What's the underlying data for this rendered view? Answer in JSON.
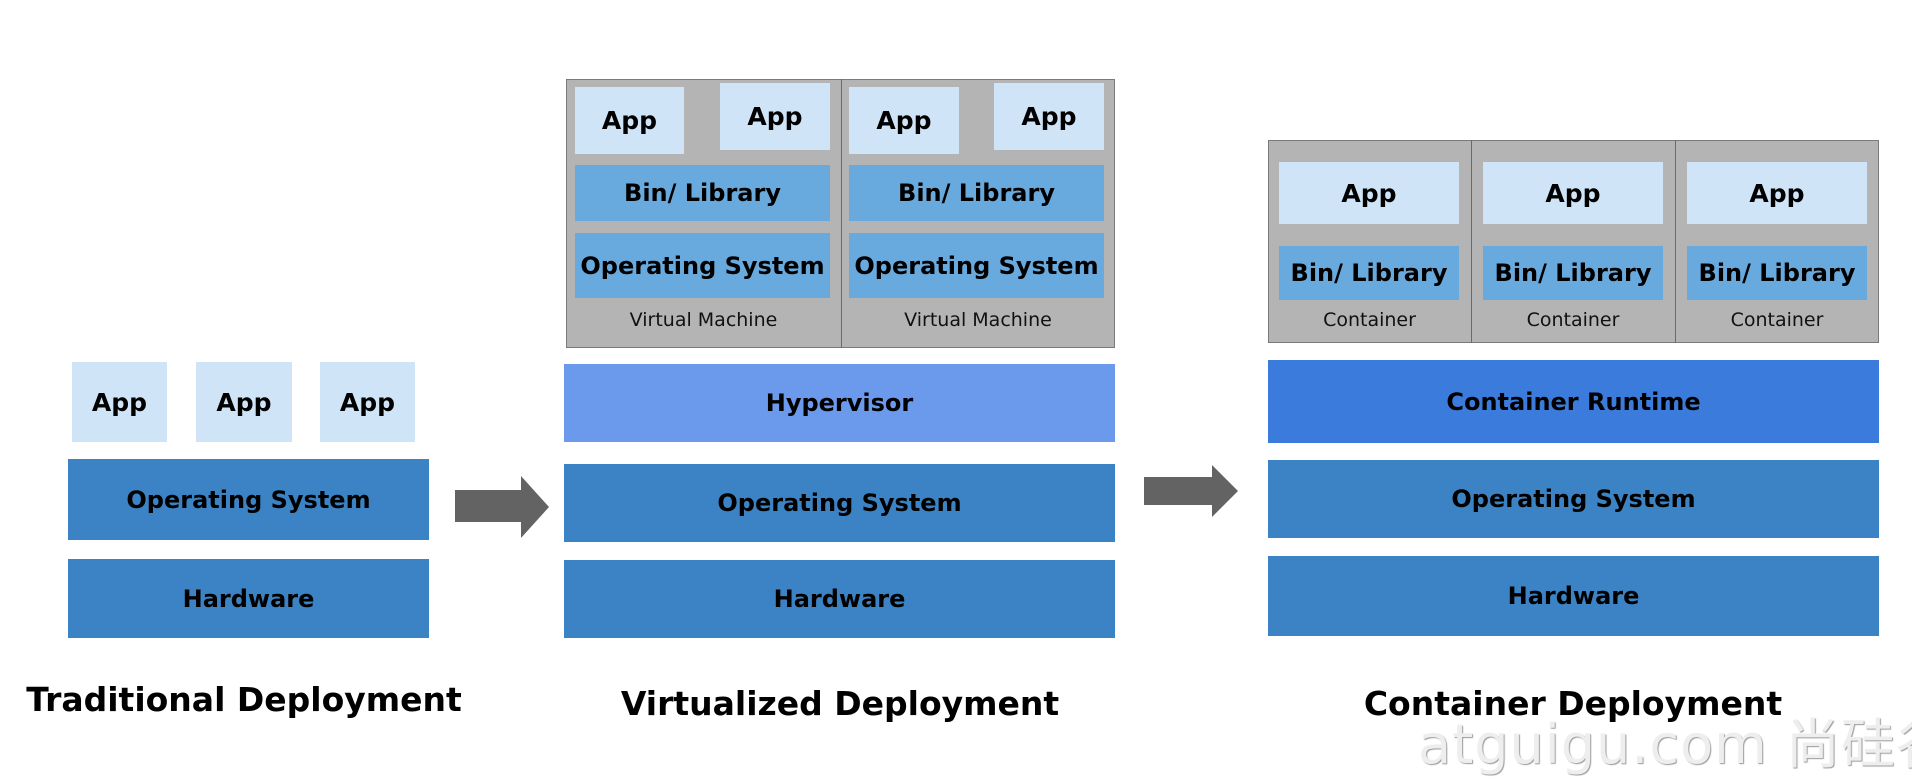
{
  "traditional": {
    "apps": [
      "App",
      "App",
      "App"
    ],
    "os": "Operating System",
    "hardware": "Hardware",
    "title": "Traditional Deployment"
  },
  "virtualized": {
    "vms": [
      {
        "apps": [
          "App",
          "App"
        ],
        "bin": "Bin/ Library",
        "os": "Operating System",
        "label": "Virtual Machine"
      },
      {
        "apps": [
          "App",
          "App"
        ],
        "bin": "Bin/ Library",
        "os": "Operating System",
        "label": "Virtual Machine"
      }
    ],
    "hypervisor": "Hypervisor",
    "os": "Operating System",
    "hardware": "Hardware",
    "title": "Virtualized Deployment"
  },
  "container": {
    "containers": [
      {
        "app": "App",
        "bin": "Bin/ Library",
        "label": "Container"
      },
      {
        "app": "App",
        "bin": "Bin/ Library",
        "label": "Container"
      },
      {
        "app": "App",
        "bin": "Bin/ Library",
        "label": "Container"
      }
    ],
    "runtime": "Container Runtime",
    "os": "Operating System",
    "hardware": "Hardware",
    "title": "Container Deployment"
  },
  "arrows": [
    "arrow-right-icon",
    "arrow-right-icon"
  ],
  "colors": {
    "app": "#cfe4f7",
    "layer": "#3b83c4",
    "bin": "#69aade",
    "hypervisor": "#6b99ec",
    "runtime": "#3b7bdb",
    "frame": "#b4b4b4",
    "arrow": "#636363"
  },
  "watermark": "atguigu.com  尚硅谷"
}
